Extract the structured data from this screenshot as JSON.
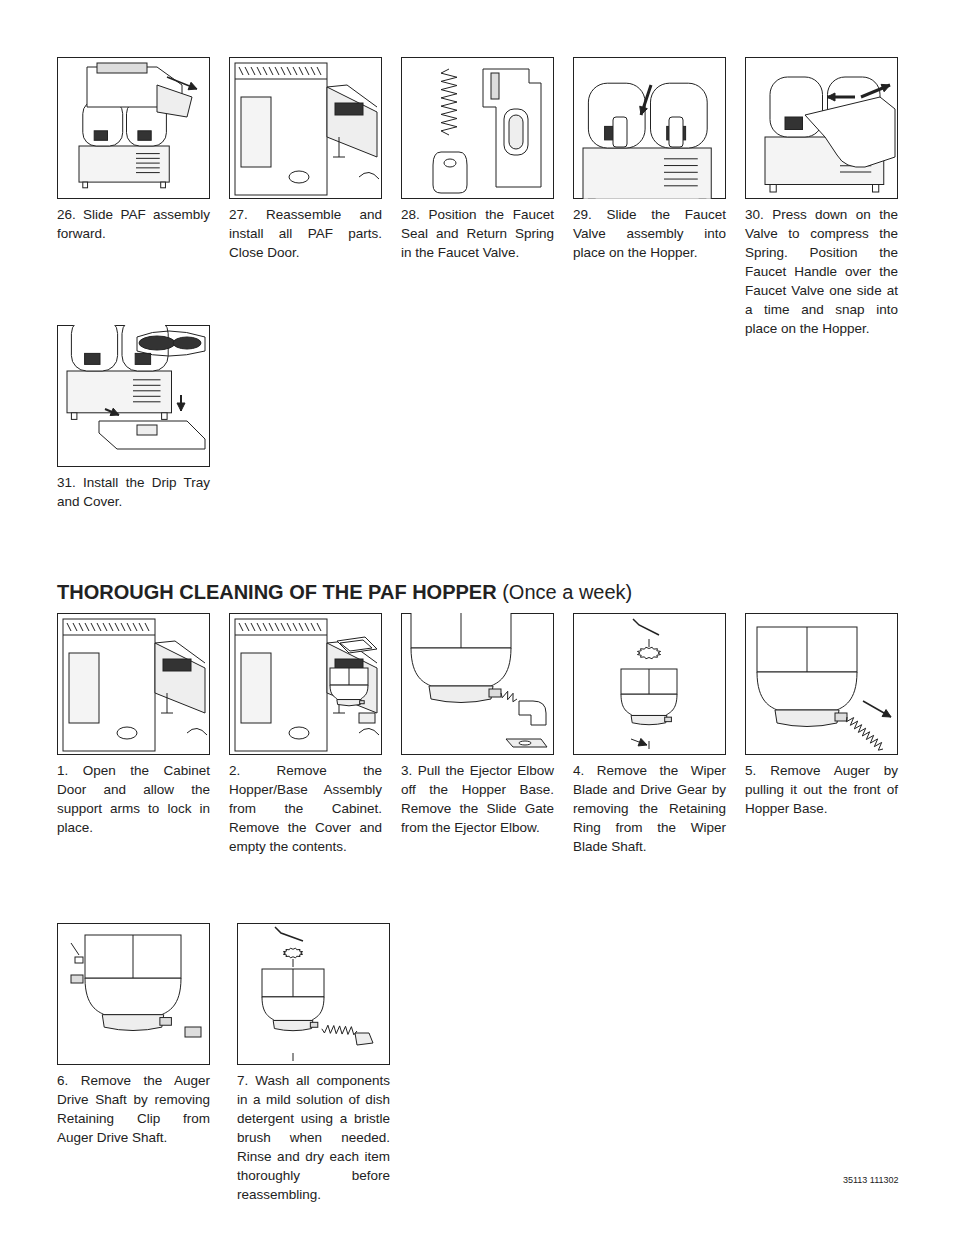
{
  "diagram": {
    "title": "THOROUGH CLEANING OF THE PAF HOPPER",
    "nodes": [
      {
        "text": [
          "26. Slide PAF assembly forward."
        ]
      },
      {
        "text": [
          "27. Reassemble and install all PAF parts. Close Door."
        ]
      },
      {
        "text": [
          "28. Position the Faucet Seal and Return Spring in the Faucet Valve."
        ]
      },
      {
        "text": [
          "29. Slide the Faucet Valve assembly into place on the Hopper."
        ]
      },
      {
        "text": [
          "30. Press down on the Valve to compress the Spring. Position the Faucet Handle over the Faucet Valve one side at a time and snap into place on the Hopper."
        ]
      },
      {
        "text": [
          "31. Install the Drip Tray and Cover."
        ]
      },
      {
        "text": [
          "1. Open the Cabinet Door and allow the support arms to lock in place."
        ]
      },
      {
        "text": [
          "2. Remove the Hopper/Base Assembly from the Cabinet. Remove the Cover and empty the contents."
        ]
      },
      {
        "text": [
          "3. Pull the Ejector Elbow off the Hopper Base. Remove the Slide Gate from the Ejector Elbow."
        ]
      },
      {
        "text": [
          "4. Remove the Wiper Blade and Drive Gear by removing the Retaining Ring from the Wiper Blade Shaft."
        ]
      },
      {
        "text": [
          "5. Remove Auger by pulling it out the front of Hopper Base."
        ]
      },
      {
        "text": [
          "6. Remove the Auger Drive Shaft by removing Retaining Clip from Auger Drive Shaft."
        ]
      },
      {
        "text": [
          "7. Wash all components in a mild solution of dish detergent using a bristle brush when needed. Rinse and dry each item thoroughly before reassembling."
        ]
      }
    ],
    "labels": [
      "(Once a week)",
      "35113 111302"
    ]
  }
}
